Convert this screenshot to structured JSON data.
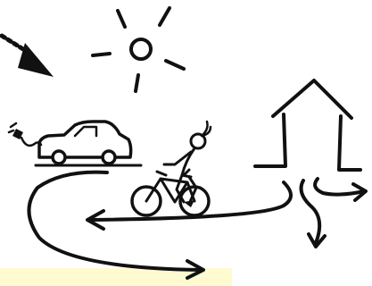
{
  "canvas": {
    "background": "#ffffff",
    "ink_color": "#111111",
    "glow_color": "#fff9c4"
  },
  "illustration": {
    "style": "hand-drawn black ink sketch",
    "elements": [
      {
        "name": "sun",
        "icon": "sun-icon"
      },
      {
        "name": "incoming-energy-arrow",
        "icon": "dashed-arrow-icon"
      },
      {
        "name": "electric-car",
        "icon": "car-icon"
      },
      {
        "name": "charging-plug",
        "icon": "plug-icon"
      },
      {
        "name": "cyclist",
        "icon": "bicycle-icon"
      },
      {
        "name": "house",
        "icon": "house-icon"
      },
      {
        "name": "flow-arrows",
        "icon": "arrow-icon"
      }
    ]
  }
}
